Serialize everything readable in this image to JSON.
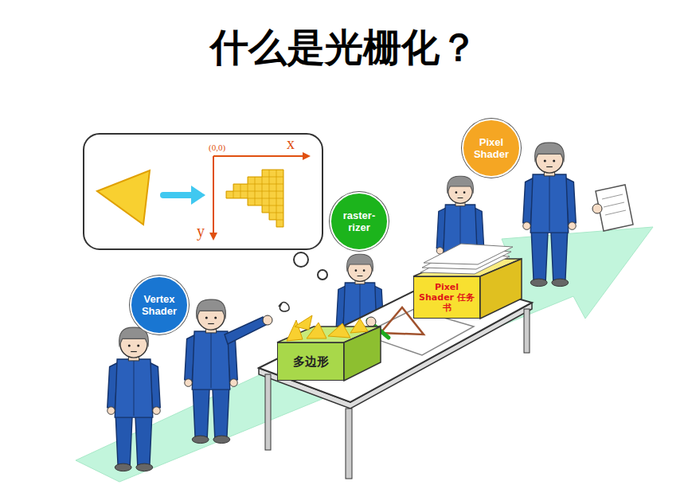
{
  "diagram": {
    "title": "什么是光栅化？",
    "nodes": [
      {
        "text": [
          "Vertex Shader"
        ]
      },
      {
        "text": [
          "多边形"
        ]
      },
      {
        "text": [
          "raster- rizer"
        ]
      },
      {
        "text": [
          "Pixel Shader 任务书"
        ]
      },
      {
        "text": [
          "Pixel Shader"
        ]
      }
    ],
    "labels": [
      "(0,0)",
      "x",
      "y"
    ]
  }
}
